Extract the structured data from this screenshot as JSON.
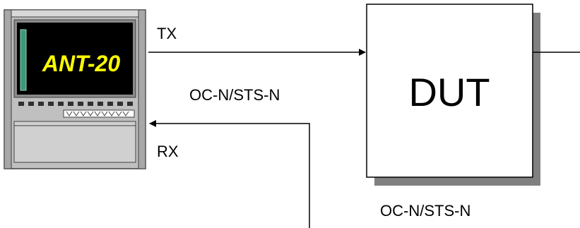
{
  "instrument": {
    "name": "ANT-20",
    "screen_color": "#000000",
    "name_color": "#ffff00",
    "accent_bar_color": "#3a9a7a",
    "body_color": "#c0c0c0"
  },
  "dut": {
    "label": "DUT",
    "shadow_color": "#808080"
  },
  "links": {
    "tx_label": "TX",
    "rx_label": "RX",
    "interface_top": "OC-N/STS-N",
    "interface_bottom": "OC-N/STS-N"
  }
}
